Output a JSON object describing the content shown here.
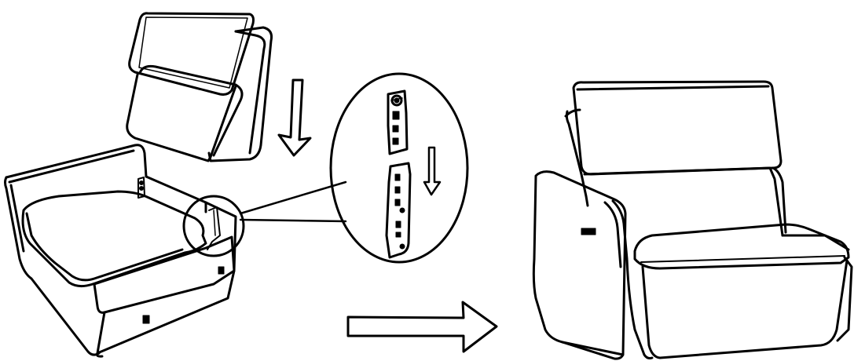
{
  "diagram": {
    "type": "assembly-instruction",
    "steps": [
      "lower-backrest-onto-seat-base",
      "assembled-seat"
    ],
    "callout": "bracket-slides-down-into-receiver",
    "colors": {
      "line": "#000000",
      "background": "#ffffff"
    },
    "icons": [
      "down-arrow-icon",
      "right-arrow-icon"
    ]
  }
}
